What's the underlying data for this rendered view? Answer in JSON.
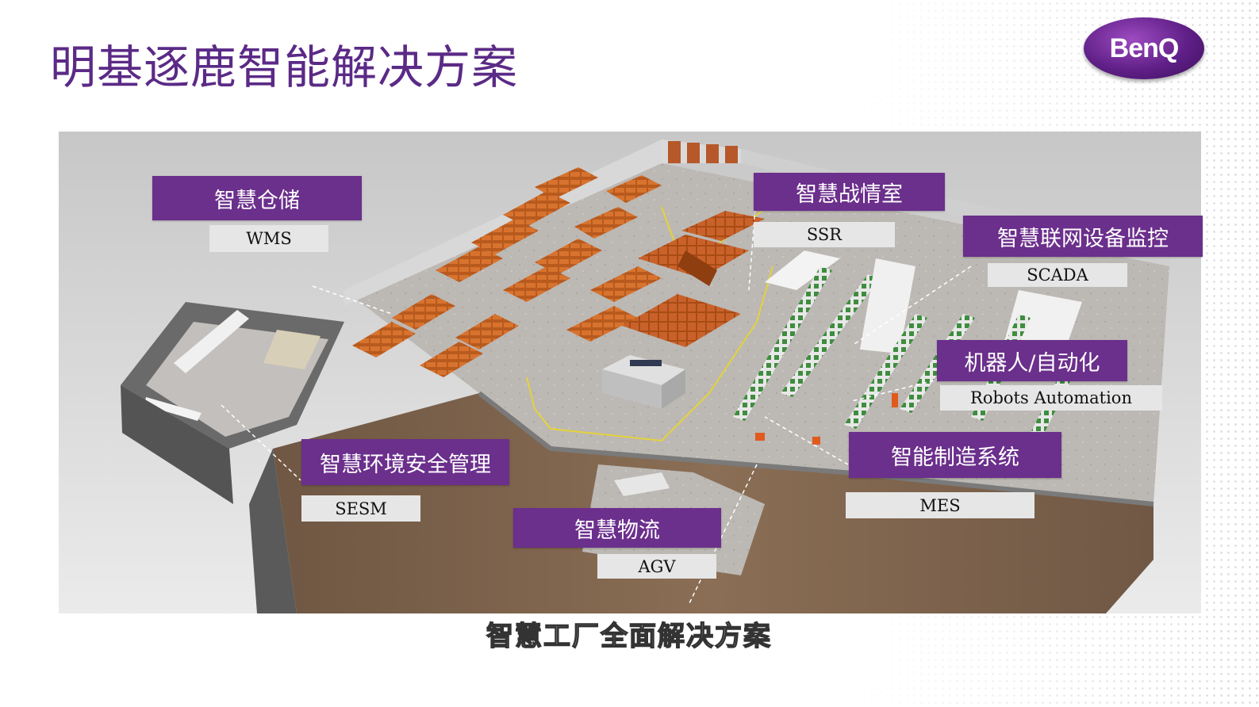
{
  "page": {
    "title": "明基逐鹿智能解决方案",
    "logo_text": "BenQ",
    "caption": "智慧工厂全面解决方案"
  },
  "colors": {
    "accent_purple": "#6b2f8c",
    "title_purple": "#5b2a86",
    "code_bg": "#e6e6e6"
  },
  "labels": [
    {
      "id": "warehouse",
      "name": "智慧仓储",
      "code": "WMS"
    },
    {
      "id": "war-room",
      "name": "智慧战情室",
      "code": "SSR"
    },
    {
      "id": "equipment-monitoring",
      "name": "智慧联网设备监控",
      "code": "SCADA"
    },
    {
      "id": "robotics",
      "name": "机器人/自动化",
      "code": "Robots Automation"
    },
    {
      "id": "manufacturing",
      "name": "智能制造系统",
      "code": "MES"
    },
    {
      "id": "environment-safety",
      "name": "智慧环境安全管理",
      "code": "SESM"
    },
    {
      "id": "logistics",
      "name": "智慧物流",
      "code": "AGV"
    }
  ]
}
